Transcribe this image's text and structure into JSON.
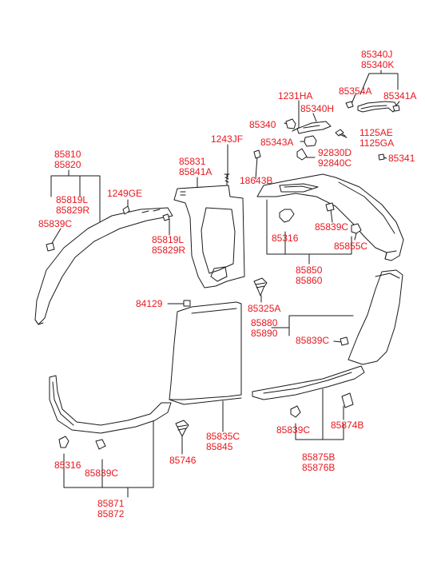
{
  "colors": {
    "label": "#e8171e",
    "line": "#1a1a1a",
    "part_fill": "#ffffff"
  },
  "callouts": {
    "c01": [
      "85340J",
      "85340K"
    ],
    "c02": [
      "85354A"
    ],
    "c03": [
      "85341A"
    ],
    "c04": [
      "1231HA"
    ],
    "c05": [
      "85340H"
    ],
    "c06": [
      "85340"
    ],
    "c07": [
      "1125AE",
      "1125GA"
    ],
    "c08": [
      "85343A"
    ],
    "c09": [
      "1243JF"
    ],
    "c10": [
      "92830D",
      "92840C"
    ],
    "c11": [
      "85341"
    ],
    "c12": [
      "85810",
      "85820"
    ],
    "c13": [
      "85831",
      "85841A"
    ],
    "c14": [
      "18643B"
    ],
    "c15": [
      "85819L",
      "85829R"
    ],
    "c16": [
      "1249GE"
    ],
    "c17": [
      "85839C"
    ],
    "c18": [
      "85819L",
      "85829R"
    ],
    "c19": [
      "85316"
    ],
    "c20": [
      "85839C"
    ],
    "c21": [
      "85855C"
    ],
    "c22": [
      "85850",
      "85860"
    ],
    "c23": [
      "85325A"
    ],
    "c24": [
      "84129"
    ],
    "c25": [
      "85880",
      "85890"
    ],
    "c26": [
      "85839C"
    ],
    "c27": [
      "85874B"
    ],
    "c28": [
      "85839C"
    ],
    "c29": [
      "85835C",
      "85845"
    ],
    "c30": [
      "85746"
    ],
    "c31": [
      "85316"
    ],
    "c32": [
      "85839C"
    ],
    "c33": [
      "85875B",
      "85876B"
    ],
    "c34": [
      "85871",
      "85872"
    ]
  }
}
